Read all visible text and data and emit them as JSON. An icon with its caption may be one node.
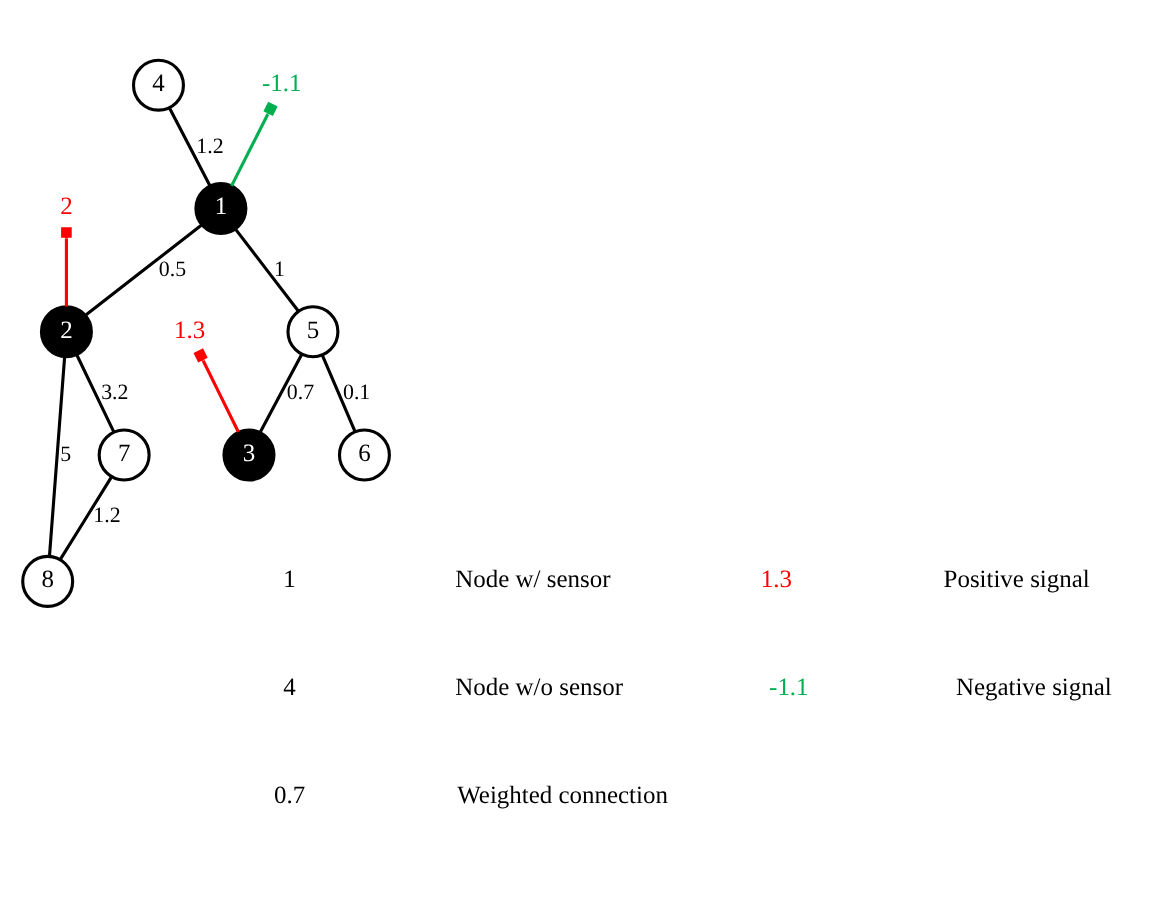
{
  "diagram": {
    "nodes": [
      {
        "text": [
          "2"
        ]
      },
      {
        "text": [
          "4"
        ]
      },
      {
        "text": [
          "1"
        ]
      },
      {
        "text": [
          "2"
        ]
      },
      {
        "text": [
          "-1.1"
        ]
      },
      {
        "text": [
          "5"
        ]
      },
      {
        "text": [
          "1.3"
        ]
      },
      {
        "text": [
          "8"
        ]
      },
      {
        "text": [
          "3"
        ]
      },
      {
        "text": [
          "6"
        ]
      },
      {
        "text": [
          "7"
        ]
      }
    ],
    "edges": [
      {
        "from": 1,
        "to": 2,
        "arrow": "none",
        "label": "1.2"
      },
      {
        "from": 2,
        "to": 3,
        "arrow": "none",
        "label": "0.5"
      },
      {
        "from": 2,
        "to": 5,
        "arrow": "none",
        "label": "1"
      },
      {
        "from": 0,
        "to": 3,
        "arrow": "other",
        "color": "#ff0000"
      },
      {
        "from": 4,
        "to": 2,
        "arrow": "other",
        "color": "#00b050"
      },
      {
        "from": 6,
        "to": 8,
        "arrow": "other",
        "color": "#ff0000"
      },
      {
        "from": 5,
        "to": 8,
        "arrow": "none",
        "label": "0.7"
      },
      {
        "from": 5,
        "to": 9,
        "arrow": "none",
        "label": "0.1"
      },
      {
        "from": 3,
        "to": 10,
        "arrow": "none",
        "label": "3.2"
      },
      {
        "from": 3,
        "to": 7,
        "arrow": "none",
        "label": "5"
      },
      {
        "from": 10,
        "to": 7,
        "arrow": "none",
        "label": "1.2"
      }
    ],
    "labels": [
      "1.3",
      "1",
      "-1.1",
      "4",
      "0.7"
    ],
    "legend": [
      {
        "text": "Positive signal"
      },
      {
        "text": "Node w/ sensor"
      },
      {
        "text": "Node w/o sensor"
      },
      {
        "text": "Negative signal"
      },
      {
        "text": "Weighted connection"
      }
    ]
  }
}
